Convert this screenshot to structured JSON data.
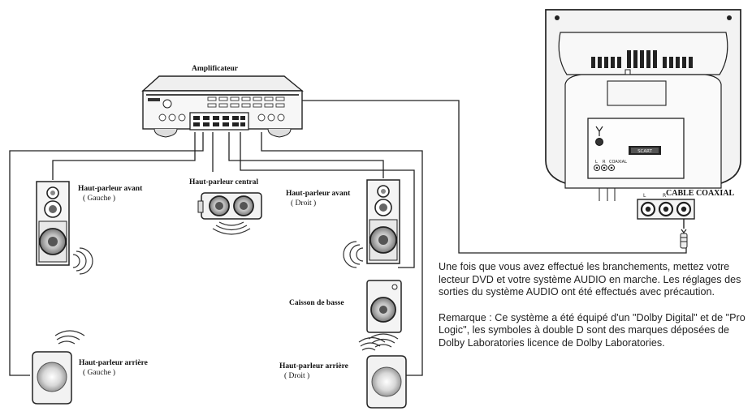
{
  "labels": {
    "amplifier": "Amplificateur",
    "front_left": "Haut-parleur avant",
    "front_left_side": "( Gauche )",
    "center": "Haut-parleur central",
    "front_right": "Haut-parleur avant",
    "front_right_side": "( Droit )",
    "subwoofer": "Caisson de basse",
    "rear_left": "Haut-parleur arrière",
    "rear_left_side": "( Gauche )",
    "rear_right": "Haut-parleur arrière",
    "rear_right_side": "( Droit )",
    "coaxial_cable": "CABLE COAXIAL"
  },
  "tv_panel": {
    "scart_label": "SCART",
    "jack_l": "L",
    "jack_r": "R",
    "jack_coaxial": "COAXIAL",
    "plug_l": "L",
    "plug_r": "R"
  },
  "text": {
    "paragraph1": "Une fois que vous avez effectué les branchements, mettez votre lecteur DVD et votre système AUDIO en marche. Les réglages des sorties du système AUDIO ont été effectués avec précaution.",
    "paragraph2": "Remarque : Ce système a été équipé d'un \"Dolby Digital\" et de \"Pro Logic\", les symboles à double D sont des marques déposées de Dolby Laboratories licence de Dolby Laboratories."
  }
}
